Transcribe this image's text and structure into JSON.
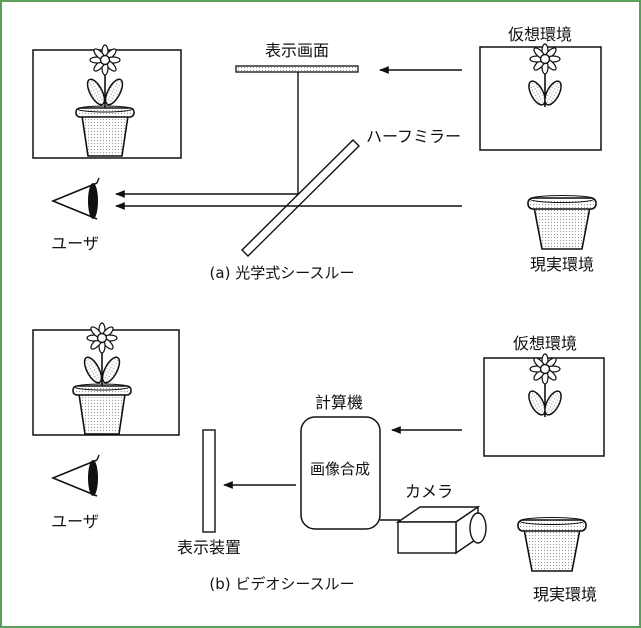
{
  "colors": {
    "frame": "#5aa05a",
    "ink": "#111111",
    "stipple": "#b8b8b8"
  },
  "optical": {
    "caption": "(a) 光学式シースルー",
    "display_label": "表示画面",
    "half_mirror_label": "ハーフミラー",
    "virtual_env_label": "仮想環境",
    "real_env_label": "現実環境",
    "user_label": "ユーザ"
  },
  "video": {
    "caption": "(b) ビデオシースルー",
    "computer_label": "計算機",
    "composite_label": "画像合成",
    "camera_label": "カメラ",
    "display_device_label": "表示装置",
    "virtual_env_label": "仮想環境",
    "real_env_label": "現実環境",
    "user_label": "ユーザ"
  }
}
